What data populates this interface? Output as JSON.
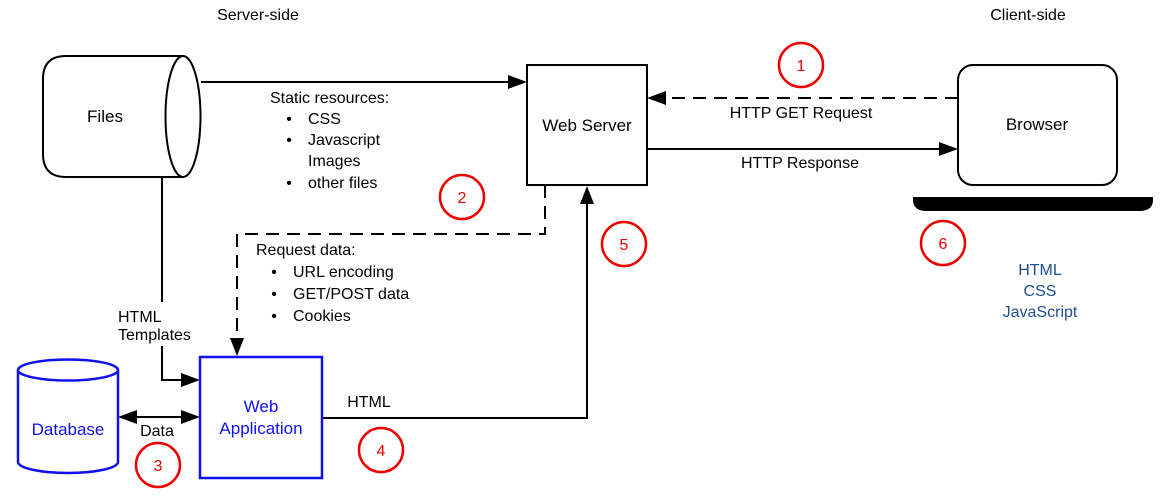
{
  "title_labels": {
    "server_side": "Server-side",
    "client_side": "Client-side"
  },
  "nodes": {
    "files": {
      "label": "Files"
    },
    "web_server": {
      "label": "Web Server"
    },
    "browser": {
      "label": "Browser"
    },
    "database": {
      "label": "Database"
    },
    "web_application": {
      "label_line1": "Web",
      "label_line2": "Application"
    }
  },
  "static_resources": {
    "title": "Static resources:",
    "items": [
      {
        "bullet": "•",
        "text": "CSS"
      },
      {
        "bullet": "•",
        "text": "Javascript"
      },
      {
        "bullet": "",
        "text": "Images"
      },
      {
        "bullet": "•",
        "text": "other files"
      }
    ]
  },
  "request_data": {
    "title": "Request data:",
    "items": [
      {
        "bullet": "•",
        "text": "URL encoding"
      },
      {
        "bullet": "•",
        "text": "GET/POST data"
      },
      {
        "bullet": "•",
        "text": "Cookies"
      }
    ]
  },
  "edge_labels": {
    "http_get_request": "HTTP GET Request",
    "http_response": "HTTP Response",
    "html_templates_line1": "HTML",
    "html_templates_line2": "Templates",
    "data": "Data",
    "html": "HTML"
  },
  "client_stack": [
    "HTML",
    "CSS",
    "JavaScript"
  ],
  "callouts": [
    {
      "number": "1"
    },
    {
      "number": "2"
    },
    {
      "number": "3"
    },
    {
      "number": "4"
    },
    {
      "number": "5"
    },
    {
      "number": "6"
    }
  ],
  "colors": {
    "line_black": "#000000",
    "shape_blue": "#1010f0",
    "steel_blue": "#1f4e8f",
    "callout_red": "#ee0000"
  }
}
